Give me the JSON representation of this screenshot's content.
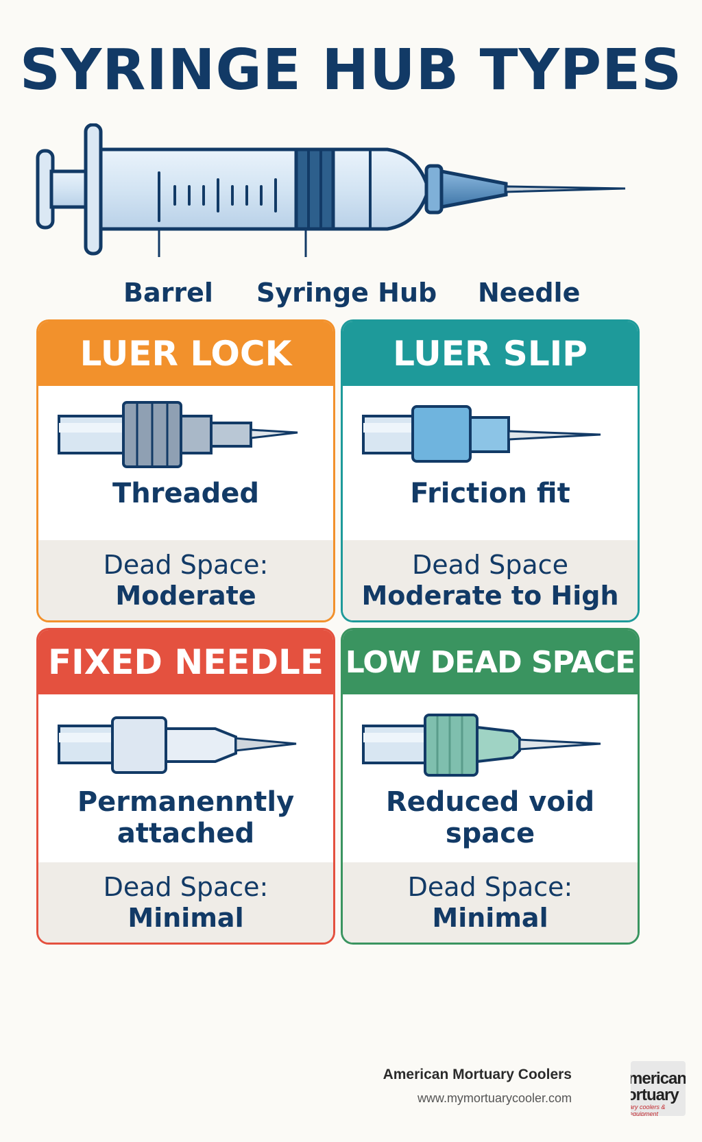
{
  "title": "SYRINGE HUB TYPES",
  "syringe_labels": {
    "barrel": "Barrel",
    "hub": "Syringe Hub",
    "needle": "Needle"
  },
  "cards": [
    {
      "title": "LUER LOCK",
      "color": "#f2912c",
      "description": "Threaded",
      "dead_space_label": "Dead Space:",
      "dead_space_value": "Moderate",
      "hub_color": "#8fa0b3"
    },
    {
      "title": "LUER SLIP",
      "color": "#1e9a9a",
      "description": "Friction fit",
      "dead_space_label": "Dead Space",
      "dead_space_value": "Moderate to High",
      "hub_color": "#6fb4de"
    },
    {
      "title": "FIXED NEEDLE",
      "color": "#e4513f",
      "description_line1": "Permanenntly",
      "description_line2": "attached",
      "dead_space_label": "Dead Space:",
      "dead_space_value": "Minimal",
      "hub_color": "#dde7f2"
    },
    {
      "title": "LOW DEAD SPACE",
      "color": "#3a9460",
      "description_line1": "Reduced void",
      "description_line2": "space",
      "dead_space_label": "Dead Space:",
      "dead_space_value": "Minimal",
      "hub_color": "#7fbfae"
    }
  ],
  "brand": {
    "name": "American Mortuary Coolers",
    "url": "www.mymortuarycooler.com",
    "logo_line1": "merican",
    "logo_line2": "ortuary",
    "logo_line3": "ary coolers & equipment"
  },
  "colors": {
    "navy": "#123a66",
    "barrel": "#cfe0f0",
    "needle": "#4c87b8"
  }
}
